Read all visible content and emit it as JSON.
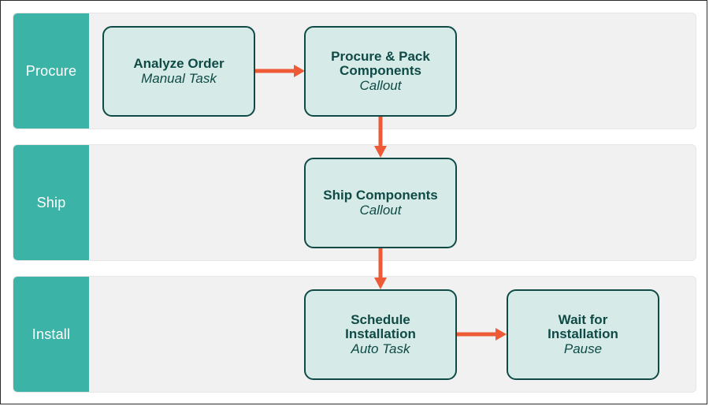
{
  "lanes": [
    {
      "label": "Procure"
    },
    {
      "label": "Ship"
    },
    {
      "label": "Install"
    }
  ],
  "nodes": [
    {
      "title": "Analyze Order",
      "type": "Manual Task"
    },
    {
      "title": "Procure & Pack\nComponents",
      "type": "Callout"
    },
    {
      "title": "Ship Components",
      "type": "Callout"
    },
    {
      "title": "Schedule\nInstallation",
      "type": "Auto Task"
    },
    {
      "title": "Wait for\nInstallation",
      "type": "Pause"
    }
  ],
  "colors": {
    "lane_label_bg": "#3bb3a6",
    "lane_bg": "#f1f1f1",
    "node_fill": "#d6ebe8",
    "node_border": "#0f4a46",
    "arrow": "#ee5a36"
  }
}
